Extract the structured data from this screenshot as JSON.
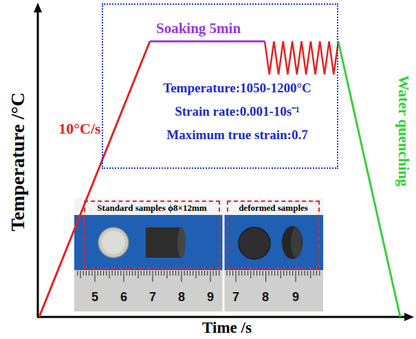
{
  "diagram": {
    "nodes": [
      {
        "text": [
          "Soaking 5min",
          "Temperature:1050-1200°C",
          "Strain rate:0.001-10s⁻¹",
          "Maximum true strain:0.7"
        ]
      },
      {
        "text": [
          "Standard samples ϕ8×12mm"
        ]
      },
      {
        "text": [
          "deformed samples"
        ]
      }
    ],
    "labels": [
      "Temperature /°C",
      "10°C/s",
      "Water quenching",
      "5",
      "6",
      "7",
      "8",
      "9",
      "7",
      "8",
      "9",
      "Time /s"
    ]
  }
}
